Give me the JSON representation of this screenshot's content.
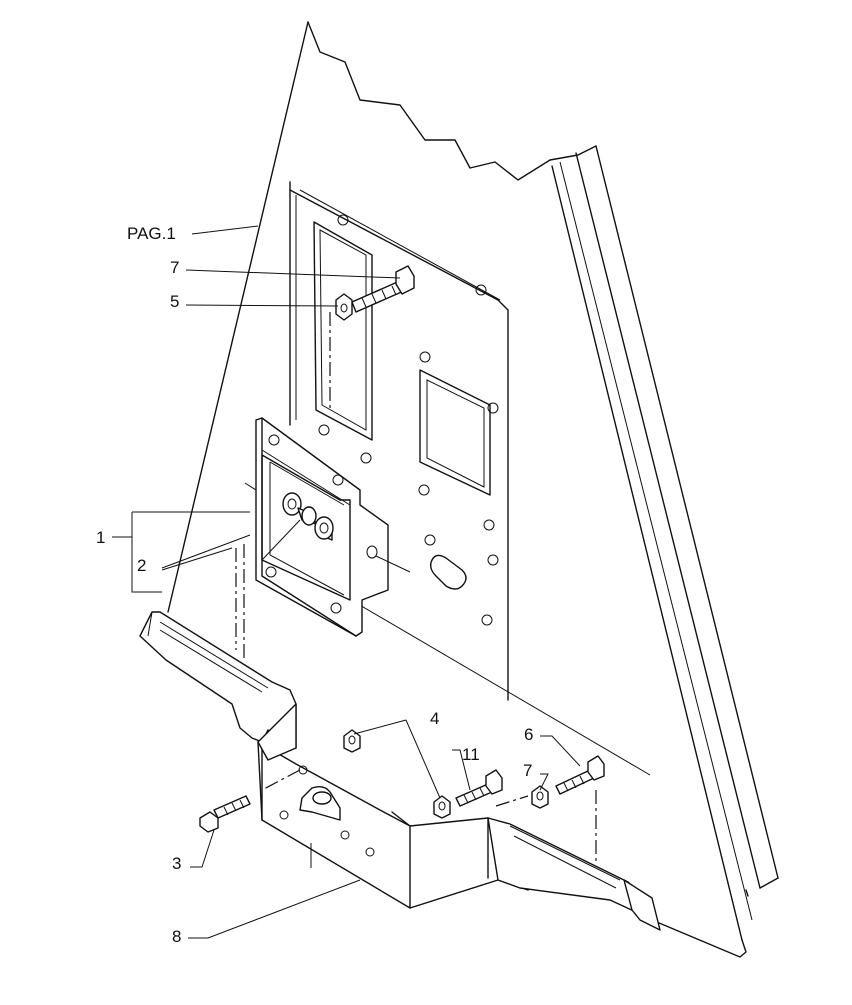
{
  "callouts": {
    "pag1": "PAG.1",
    "c1": "1",
    "c2": "2",
    "c3": "3",
    "c4": "4",
    "c5": "5",
    "c6": "6",
    "c7a": "7",
    "c7b": "7",
    "c8": "8",
    "c11": "11"
  }
}
